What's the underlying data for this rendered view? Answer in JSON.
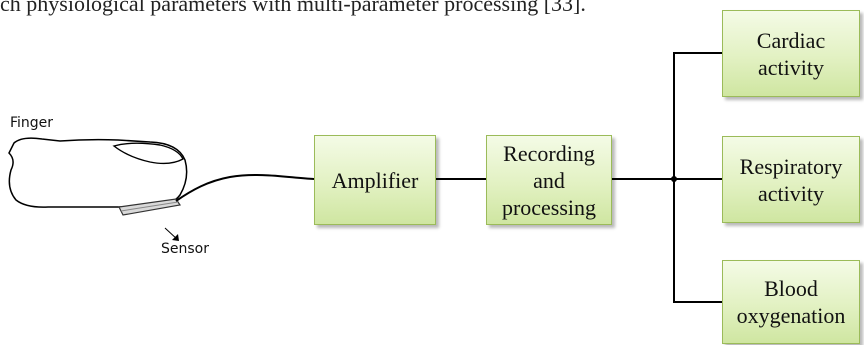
{
  "caption": "ch physiological parameters with multi-parameter processing [33].",
  "finger_label": "Finger",
  "sensor_label": "Sensor",
  "blocks": {
    "amplifier": "Amplifier",
    "recording": "Recording\nand\nprocessing",
    "cardiac": "Cardiac\nactivity",
    "respiratory": "Respiratory\nactivity",
    "blood": "Blood\noxygenation"
  },
  "colors": {
    "box_border": "#9bbb59",
    "box_fill_top": "#f4fbe6",
    "box_fill_bottom": "#cfe6a1",
    "line": "#000000"
  }
}
